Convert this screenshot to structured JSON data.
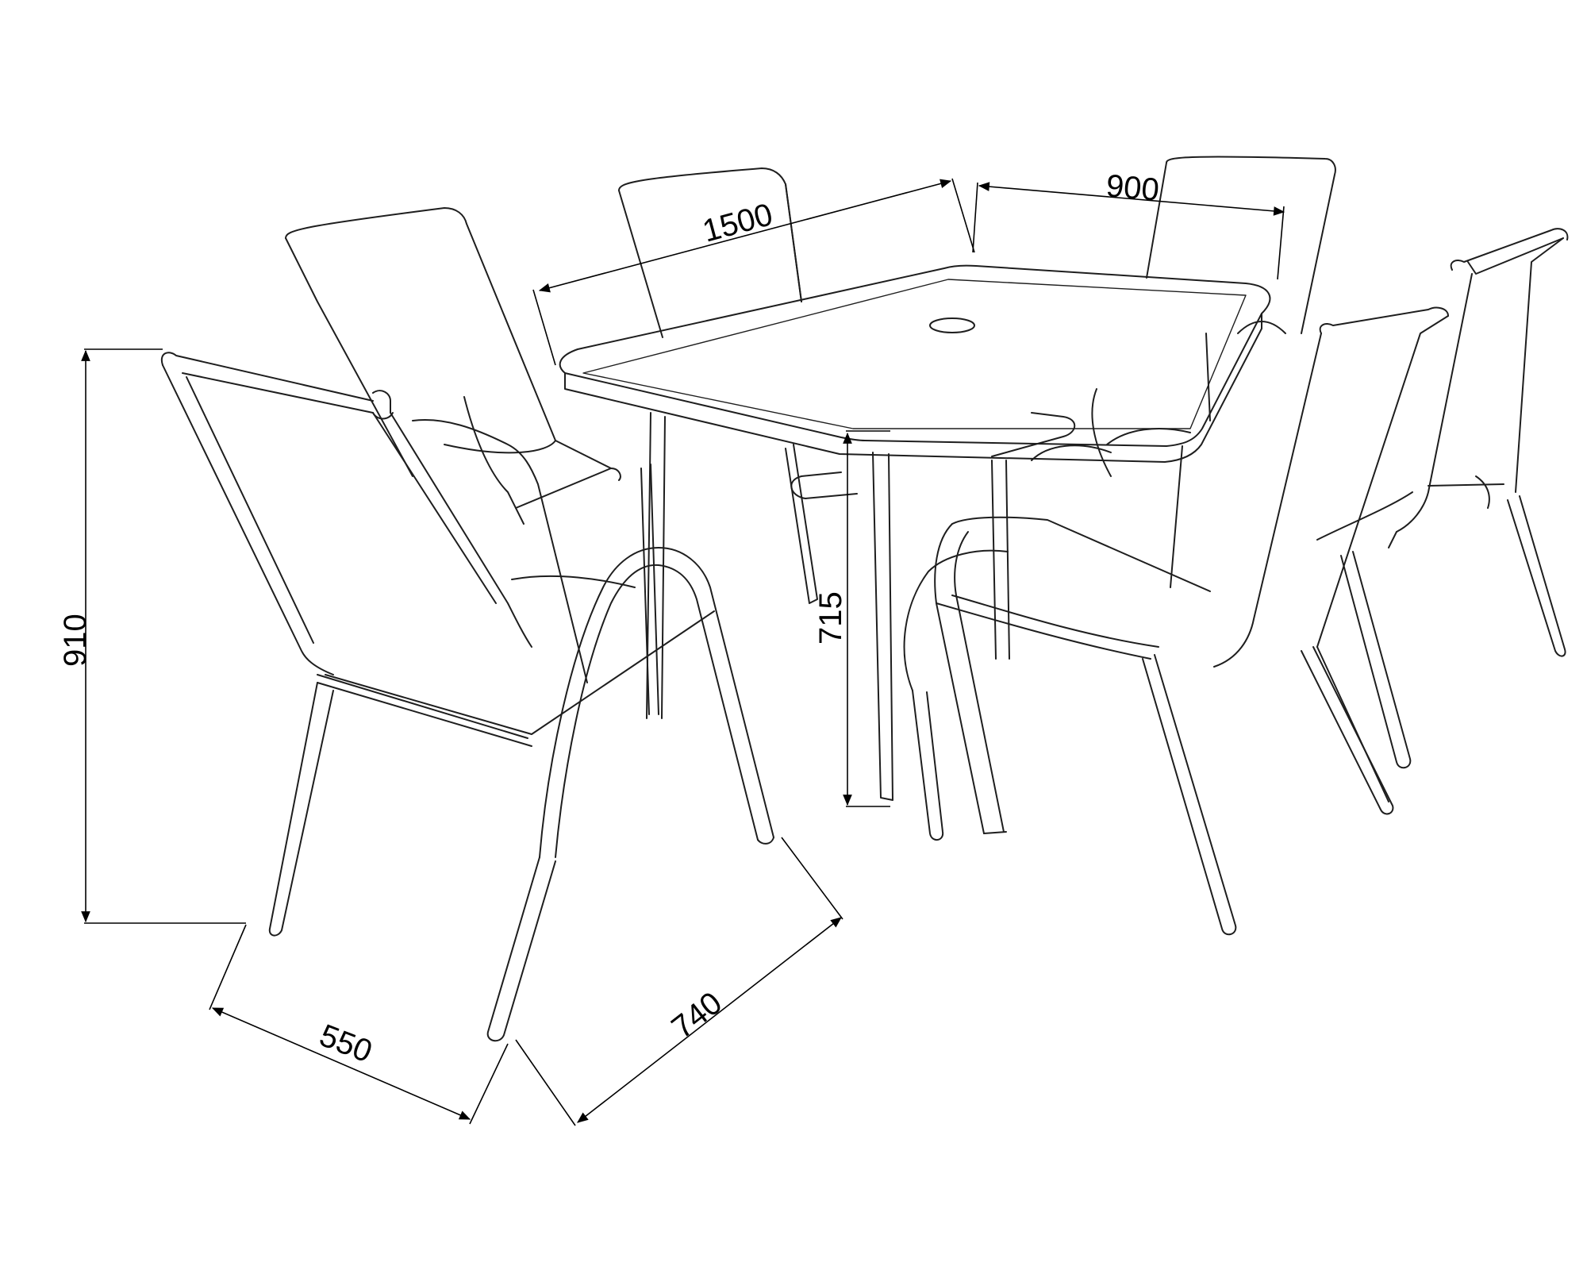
{
  "drawing": {
    "subject": "patio dining set line drawing",
    "line_color": "#1e1e1e",
    "background": "#ffffff"
  },
  "dimensions": {
    "table_length": "1500",
    "table_width": "900",
    "table_height": "715",
    "chair_height": "910",
    "chair_width": "550",
    "chair_depth": "740"
  }
}
